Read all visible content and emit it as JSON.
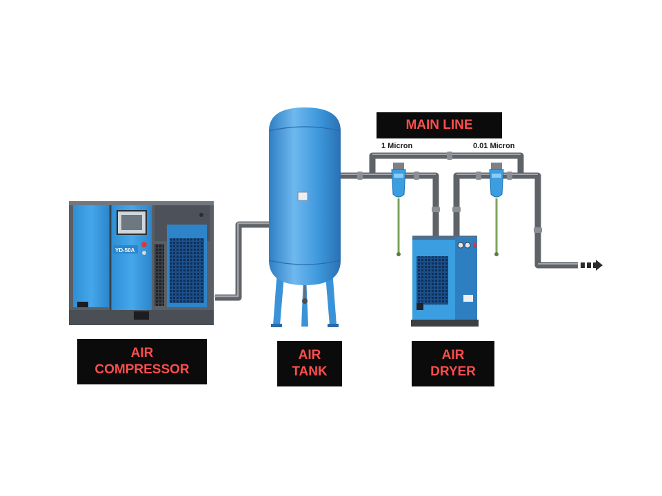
{
  "labels": {
    "main_line": "MAIN LINE",
    "compressor": [
      "AIR",
      "COMPRESSOR"
    ],
    "tank": [
      "AIR",
      "TANK"
    ],
    "dryer": [
      "AIR",
      "DRYER"
    ]
  },
  "filters": {
    "first": "1 Micron",
    "second": "0.01 Micron"
  },
  "compressor_plate": "YD-50A",
  "colors": {
    "equipment_blue": "#3a9ee0",
    "cabinet_gray": "#5a5f66",
    "pipe_gray": "#6f7378",
    "label_bg": "#0b0b0b",
    "label_text": "#ff4d4d"
  }
}
